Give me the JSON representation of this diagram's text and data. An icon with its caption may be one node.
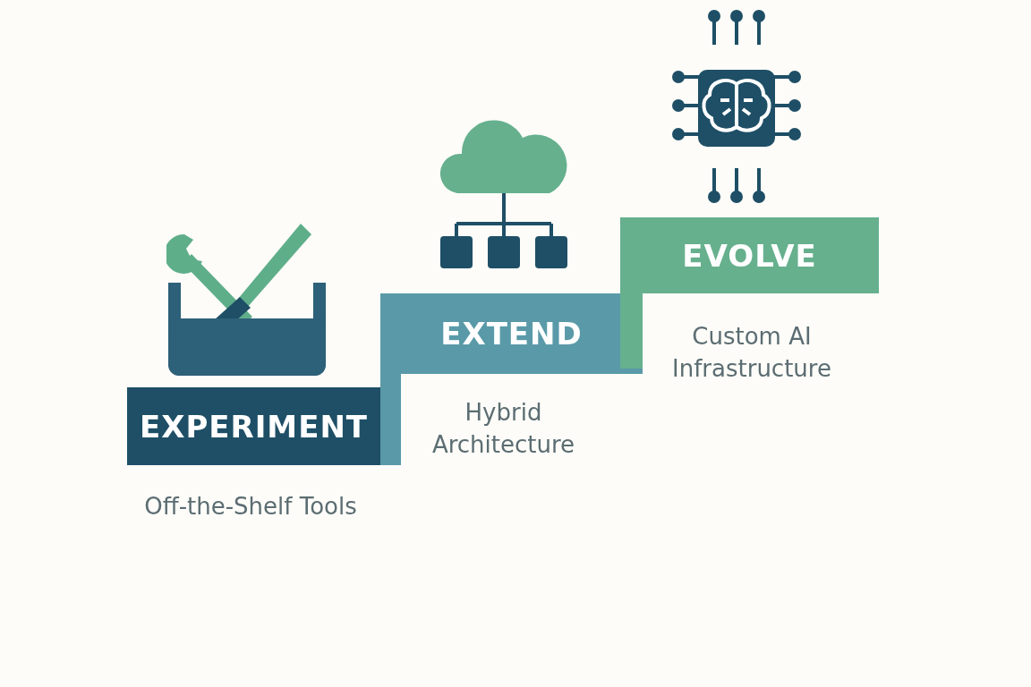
{
  "diagram": {
    "nodes": [
      {
        "text": [
          "EXPERIMENT"
        ],
        "beside": [
          "Off-the-Shelf Tools"
        ]
      },
      {
        "text": [
          "EXTEND"
        ],
        "beside": [
          "Hybrid Architecture"
        ]
      },
      {
        "text": [
          "EVOLVE"
        ],
        "beside": [
          "Custom AI Infrastructure"
        ]
      }
    ]
  }
}
